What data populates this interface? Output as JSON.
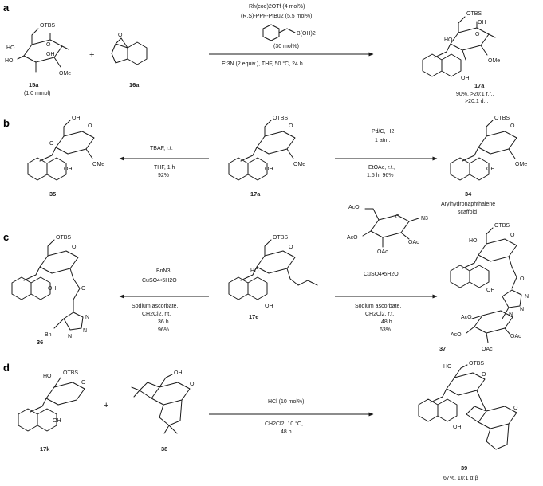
{
  "panels": {
    "a": {
      "letter": "a",
      "reactant1": {
        "id": "15a",
        "sub": "(1.0 mmol)",
        "otbs": "OTBS",
        "ho1": "HO",
        "ho2": "HO",
        "oh1": "OH",
        "o": "O",
        "ome": "OMe"
      },
      "reactant2": {
        "id": "16a"
      },
      "plus": "+",
      "conditions": {
        "catalyst": "Rh(cod)2OTf (4 mol%)",
        "ligand": "(R,S)-PPF-PtBu2 (5.5 mol%)",
        "boronic": "B(OH)2",
        "boronic_amount": "(30 mol%)",
        "base": "Et3N (2 equiv.), THF, 50 °C, 24 h"
      },
      "product": {
        "id": "17a",
        "yield1": "90%, >20:1 r.r.,",
        "yield2": ">20:1 d.r.",
        "otbs": "OTBS",
        "o": "O",
        "oh": "OH",
        "ho": "HO",
        "ome": "OMe",
        "oh2": "OH"
      }
    },
    "b": {
      "letter": "b",
      "center": {
        "id": "17a"
      },
      "left_conditions": {
        "reagent": "TBAF, r.t.",
        "solvent": "THF, 1 h",
        "yield": "92%"
      },
      "left_product": {
        "id": "35"
      },
      "right_conditions": {
        "reagent": "Pd/C, H2,",
        "pressure": "1 atm.",
        "solvent": "EtOAc, r.t.,",
        "time": "1.5 h, 96%"
      },
      "right_product": {
        "id": "34",
        "desc1": "Arylhydronaphthalene",
        "desc2": "scaffold"
      }
    },
    "c": {
      "letter": "c",
      "center": {
        "id": "17e"
      },
      "left_conditions": {
        "r1": "BnN3",
        "r2": "CuSO4•5H2O",
        "r3": "Sodium ascorbate,",
        "r4": "CH2Cl2, r.t.",
        "r5": "36 h",
        "r6": "96%"
      },
      "left_product": {
        "id": "36",
        "bn": "Bn",
        "n1": "N",
        "n2": "N",
        "n3": "N"
      },
      "right_conditions": {
        "r2": "CuSO4•5H2O",
        "r3": "Sodium ascorbate,",
        "r4": "CH2Cl2, r.t.",
        "r5": "48 h",
        "r6": "63%"
      },
      "azide": {
        "n3": "N3",
        "ac1": "AcO",
        "ac2": "AcO",
        "ac3": "OAc",
        "ac4": "OAc",
        "o": "O"
      },
      "right_product": {
        "id": "37",
        "ac1": "AcO",
        "ac2": "AcO",
        "ac3": "OAc",
        "ac4": "OAc"
      }
    },
    "d": {
      "letter": "d",
      "reactant1": {
        "id": "17k",
        "ho": "HO",
        "otbs": "OTBS",
        "o": "O",
        "oh": "OH"
      },
      "plus": "+",
      "reactant2": {
        "id": "38",
        "oh": "OH",
        "o": "O"
      },
      "conditions": {
        "reagent": "HCl (10 mol%)",
        "solvent": "CH2Cl2, 10 °C,",
        "time": "48 h"
      },
      "product": {
        "id": "39",
        "yield": "67%, 10:1 α:β",
        "otbs": "OTBS",
        "ho": "HO",
        "oh": "OH"
      }
    }
  }
}
